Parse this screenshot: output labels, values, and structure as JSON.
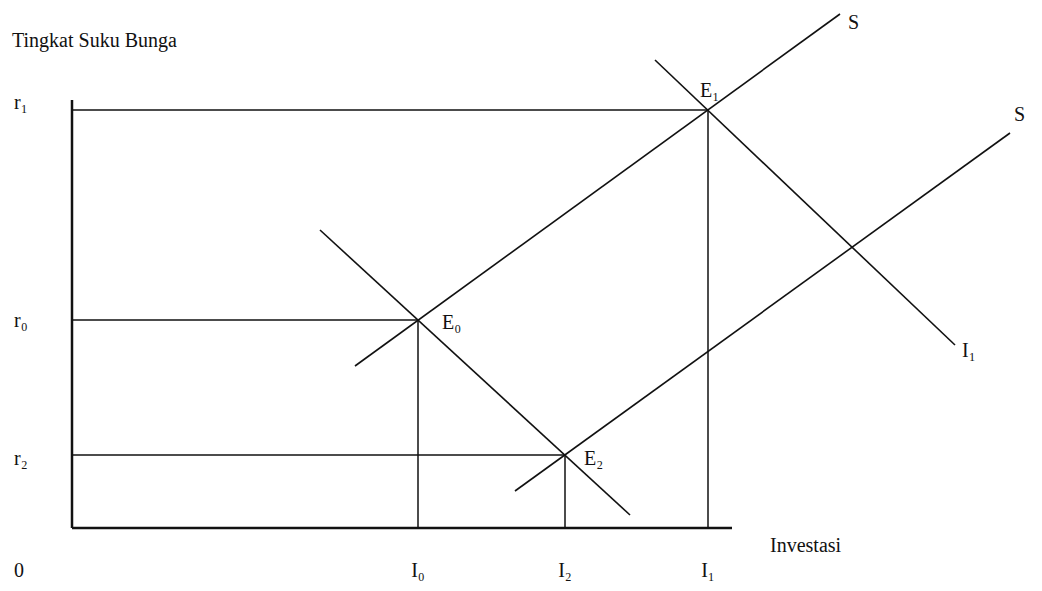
{
  "diagram": {
    "labels": [
      "Tingkat Suku Bunga",
      "r₁",
      "E₁",
      "S",
      "S",
      "r₀",
      "E₀",
      "I₁",
      "r₂",
      "E₂",
      "Investasi",
      "0",
      "I₀",
      "I₂",
      "I₁"
    ]
  }
}
